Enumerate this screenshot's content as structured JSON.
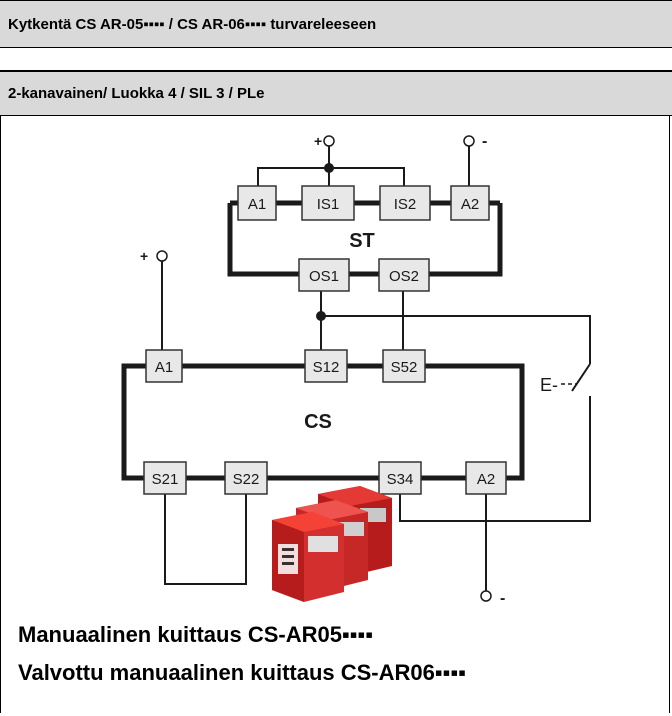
{
  "header": {
    "title": "Kytkentä CS AR-05▪▪▪▪ / CS AR-06▪▪▪▪ turvareleeseen",
    "subtitle": "2-kanavainen/ Luokka 4 / SIL 3 / PLe"
  },
  "diagram": {
    "st_label": "ST",
    "cs_label": "CS",
    "plus_top": "+",
    "minus_top": "-",
    "plus_left": "+",
    "minus_bottom": "-",
    "switch_label": "E-",
    "terminals": {
      "st_a1": "A1",
      "st_is1": "IS1",
      "st_is2": "IS2",
      "st_a2": "A2",
      "st_os1": "OS1",
      "st_os2": "OS2",
      "cs_a1": "A1",
      "cs_s12": "S12",
      "cs_s52": "S52",
      "cs_s21": "S21",
      "cs_s22": "S22",
      "cs_s34": "S34",
      "cs_a2": "A2"
    }
  },
  "captions": {
    "manual": "Manuaalinen kuittaus CS-AR05▪▪▪▪",
    "monitored": "Valvottu manuaalinen kuittaus CS-AR06▪▪▪▪"
  }
}
